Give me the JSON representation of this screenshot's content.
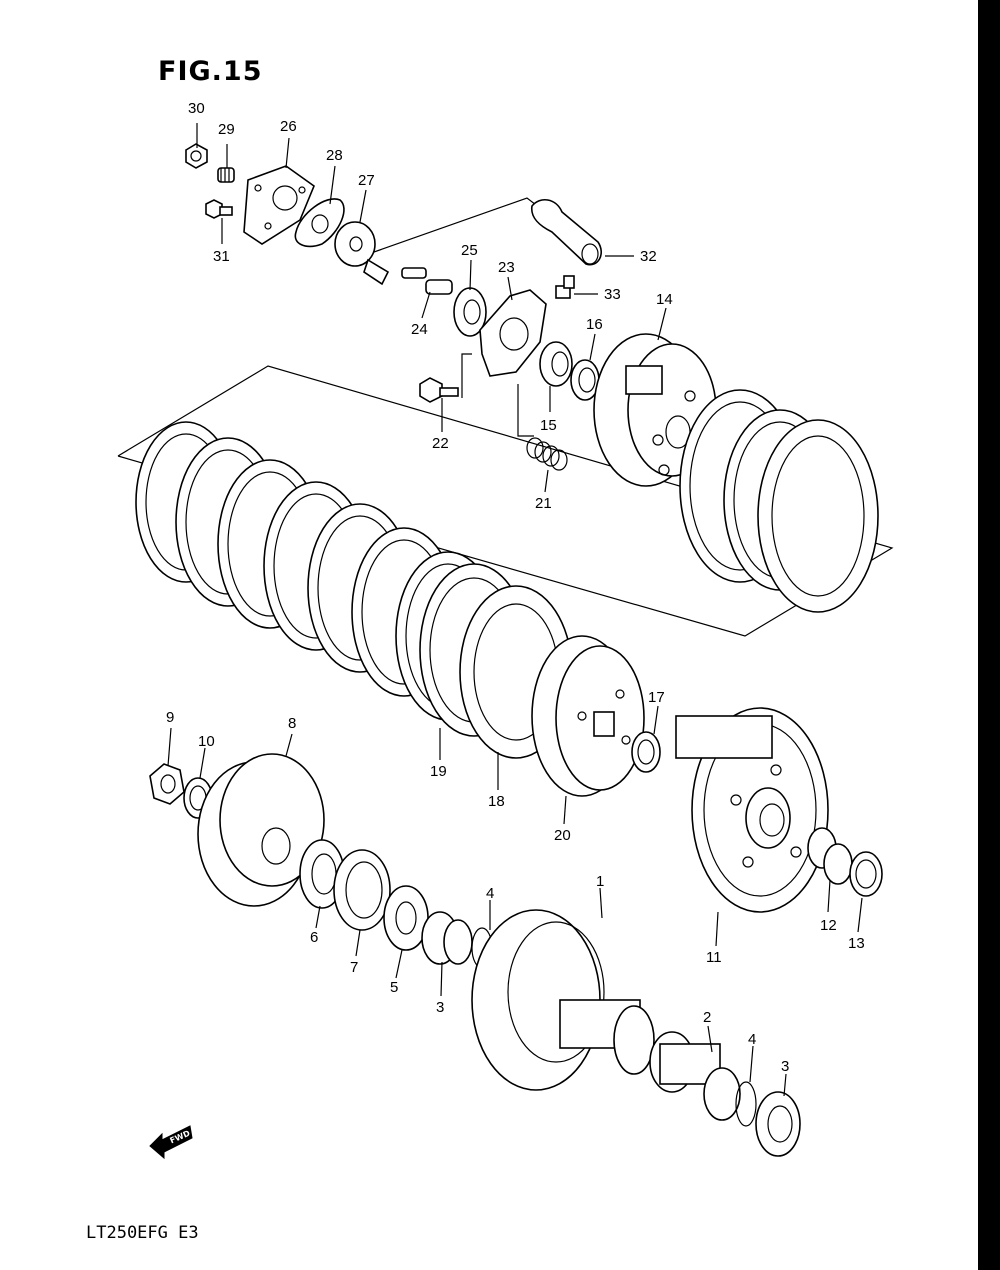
{
  "title": "FIG.15",
  "model": "LT250EFG E3",
  "fwd_label": "FWD",
  "parts": [
    {
      "id": "p30",
      "label": "30"
    },
    {
      "id": "p29",
      "label": "29"
    },
    {
      "id": "p26",
      "label": "26"
    },
    {
      "id": "p28",
      "label": "28"
    },
    {
      "id": "p27",
      "label": "27"
    },
    {
      "id": "p31",
      "label": "31"
    },
    {
      "id": "p25",
      "label": "25"
    },
    {
      "id": "p23",
      "label": "23"
    },
    {
      "id": "p32",
      "label": "32"
    },
    {
      "id": "p33",
      "label": "33"
    },
    {
      "id": "p24",
      "label": "24"
    },
    {
      "id": "p14",
      "label": "14"
    },
    {
      "id": "p16",
      "label": "16"
    },
    {
      "id": "p22",
      "label": "22"
    },
    {
      "id": "p15",
      "label": "15"
    },
    {
      "id": "p21",
      "label": "21"
    },
    {
      "id": "p9",
      "label": "9"
    },
    {
      "id": "p10",
      "label": "10"
    },
    {
      "id": "p8",
      "label": "8"
    },
    {
      "id": "p17",
      "label": "17"
    },
    {
      "id": "p19",
      "label": "19"
    },
    {
      "id": "p18",
      "label": "18"
    },
    {
      "id": "p20",
      "label": "20"
    },
    {
      "id": "p1",
      "label": "1"
    },
    {
      "id": "p4a",
      "label": "4"
    },
    {
      "id": "p6",
      "label": "6"
    },
    {
      "id": "p7",
      "label": "7"
    },
    {
      "id": "p5",
      "label": "5"
    },
    {
      "id": "p3a",
      "label": "3"
    },
    {
      "id": "p12",
      "label": "12"
    },
    {
      "id": "p13",
      "label": "13"
    },
    {
      "id": "p11",
      "label": "11"
    },
    {
      "id": "p2",
      "label": "2"
    },
    {
      "id": "p4b",
      "label": "4"
    },
    {
      "id": "p3b",
      "label": "3"
    }
  ]
}
